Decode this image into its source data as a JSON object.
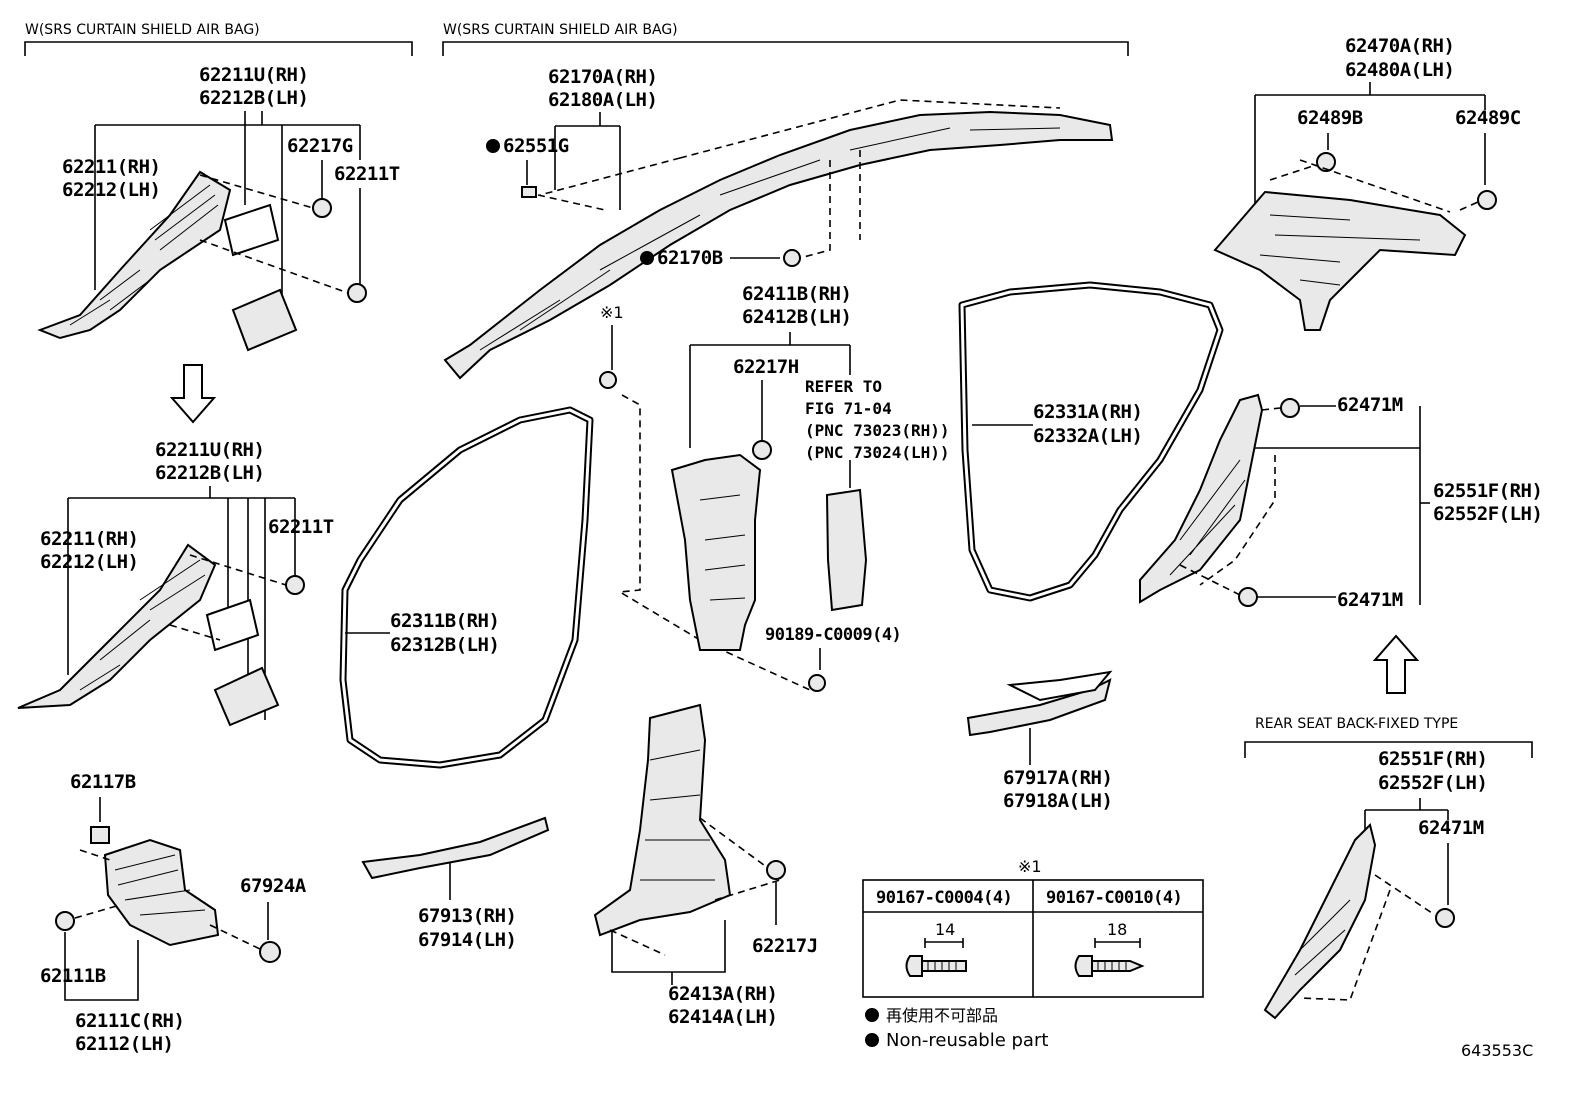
{
  "headers": {
    "srs_left": "W(SRS CURTAIN SHIELD AIR BAG)",
    "srs_center": "W(SRS CURTAIN SHIELD AIR BAG)",
    "rear_seat": "REAR SEAT BACK-FIXED TYPE"
  },
  "parts": {
    "p62211U_rh": "62211U(RH)",
    "p62212B_lh": "62212B(LH)",
    "p62211_rh": "62211(RH)",
    "p62212_lh": "62212(LH)",
    "p62217G": "62217G",
    "p62211T": "62211T",
    "p62211U_rh_b": "62211U(RH)",
    "p62212B_lh_b": "62212B(LH)",
    "p62211_rh_b": "62211(RH)",
    "p62212_lh_b": "62212(LH)",
    "p62211T_b": "62211T",
    "p62117B": "62117B",
    "p67924A": "67924A",
    "p62111B": "62111B",
    "p62111C_rh": "62111C(RH)",
    "p62112_lh": "62112(LH)",
    "p62170A_rh": "62170A(RH)",
    "p62180A_lh": "62180A(LH)",
    "p62551G": "62551G",
    "p62170B": "62170B",
    "p62411B_rh": "62411B(RH)",
    "p62412B_lh": "62412B(LH)",
    "p62217H": "62217H",
    "refer1": "REFER TO",
    "refer2": "FIG 71-04",
    "refer3": "(PNC 73023(RH))",
    "refer4": "(PNC 73024(LH))",
    "p62311B_rh": "62311B(RH)",
    "p62312B_lh": "62312B(LH)",
    "p90189": "90189-C0009(4)",
    "p67913_rh": "67913(RH)",
    "p67914_lh": "67914(LH)",
    "p62413A_rh": "62413A(RH)",
    "p62414A_lh": "62414A(LH)",
    "p62217J": "62217J",
    "p62331A_rh": "62331A(RH)",
    "p62332A_lh": "62332A(LH)",
    "p67917A_rh": "67917A(RH)",
    "p67918A_lh": "67918A(LH)",
    "p62470A_rh": "62470A(RH)",
    "p62480A_lh": "62480A(LH)",
    "p62489B": "62489B",
    "p62489C": "62489C",
    "p62471M_a": "62471M",
    "p62471M_b": "62471M",
    "p62471M_c": "62471M",
    "p62551F_rh": "62551F(RH)",
    "p62552F_lh": "62552F(LH)",
    "p62551F_rh_b": "62551F(RH)",
    "p62552F_lh_b": "62552F(LH)"
  },
  "note_mark": "※1",
  "note_mark_table": "※1",
  "table": {
    "col1": "90167-C0004(4)",
    "col2": "90167-C0010(4)",
    "dim1": "14",
    "dim2": "18"
  },
  "legend": {
    "jp": "再使用不可部品",
    "en": "Non-reusable part"
  },
  "figure_id": "643553C"
}
